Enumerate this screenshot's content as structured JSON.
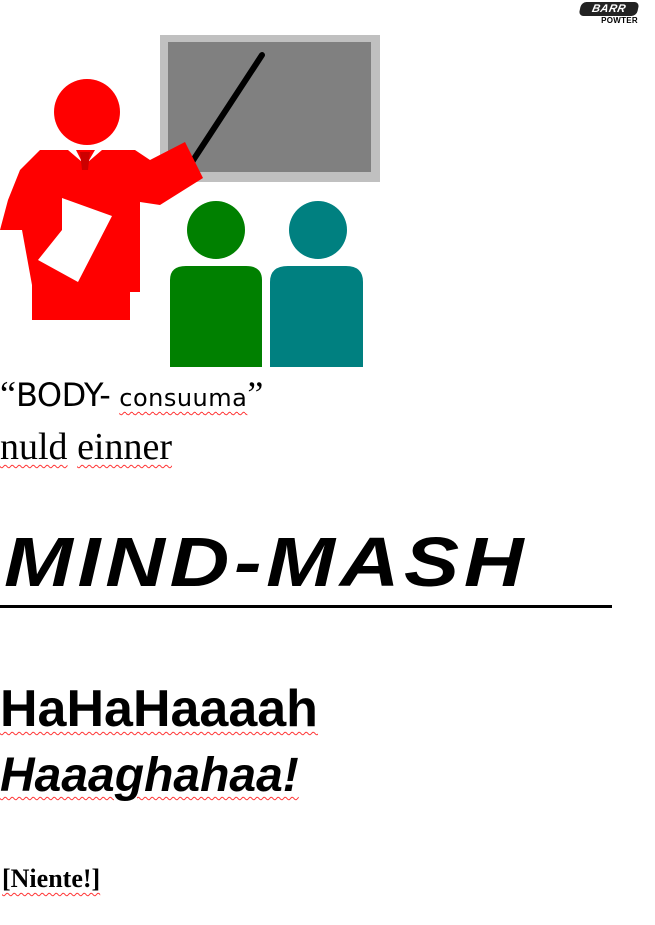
{
  "logo": {
    "line1": "BARR",
    "line2": "POWTER"
  },
  "clipart": {
    "icon": "presenter-with-pointer-icon",
    "colors": {
      "presenter": "#ff0000",
      "board": "#808080",
      "board_frame": "#c0c0c0",
      "audience_left": "#008000",
      "audience_right": "#008080"
    }
  },
  "text": {
    "open_quote": "“",
    "body_word": "BODY-",
    "consuuma_word": "consuuma",
    "close_quote": "”",
    "nuld_word": "nuld",
    "einner_word": "einner",
    "mind_mash": "MIND-MASH",
    "laugh_line1": "HaHaHaaaah",
    "laugh_line2": "Haaaghahaa!",
    "niente": "[Niente!]"
  },
  "colors": {
    "text": "#000000",
    "spellcheck_underline": "#ff3333"
  }
}
